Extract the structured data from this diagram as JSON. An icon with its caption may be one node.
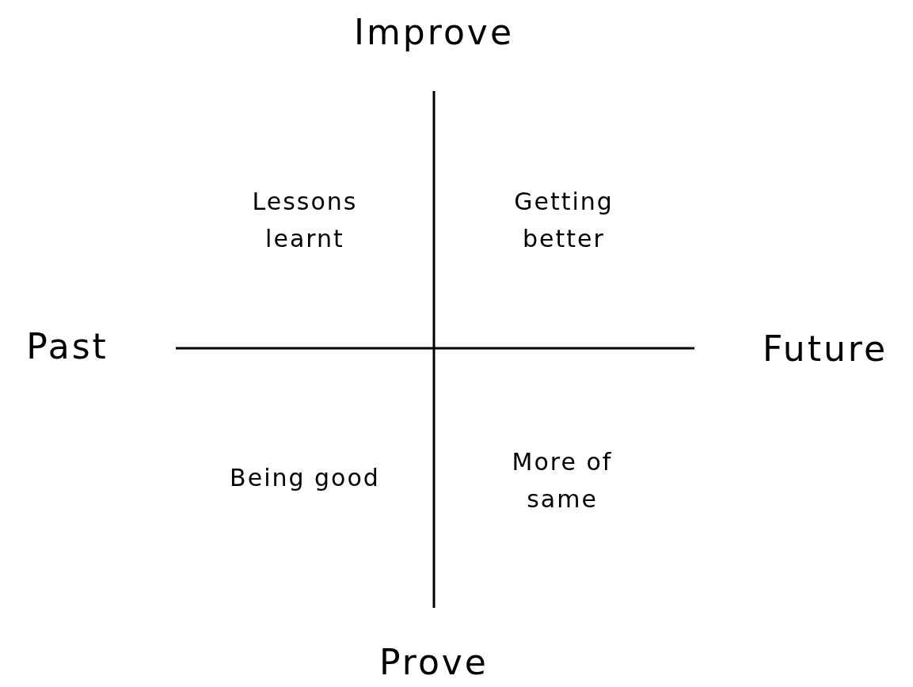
{
  "diagram": {
    "labels": [
      "Improve",
      "Lessons learnt",
      "Getting better",
      "Past",
      "Future",
      "Being good",
      "More of same",
      "Prove"
    ]
  }
}
